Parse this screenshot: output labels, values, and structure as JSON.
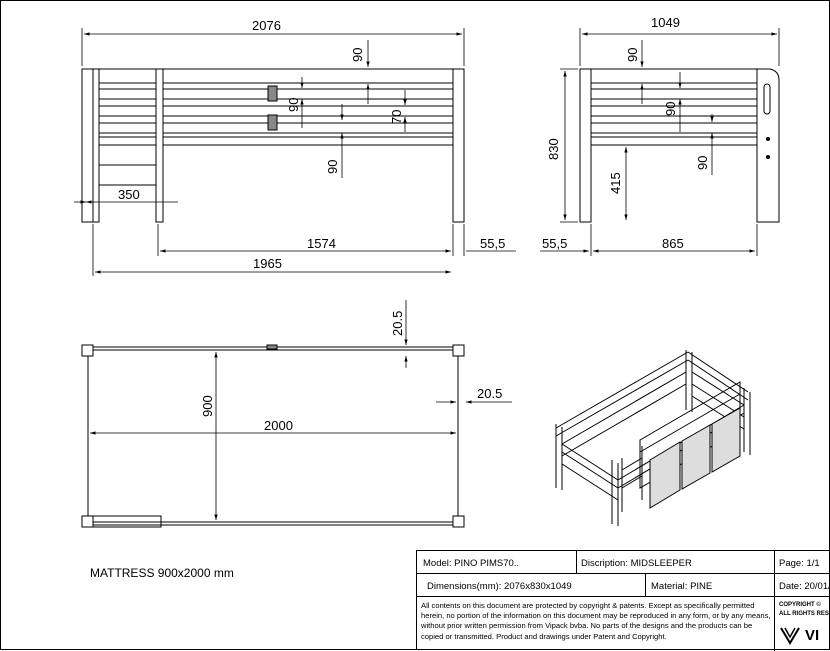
{
  "dimensions": {
    "front_total_length": "2076",
    "front_top_gap": "90",
    "front_rail_gap_a": "90",
    "front_rail_gap_b": "70",
    "front_bottom_gap": "90",
    "ladder_width": "350",
    "inner_length": "1574",
    "leg_offset_right": "55,5",
    "post_span": "1965",
    "side_total_width": "1049",
    "side_top_gap": "90",
    "side_rail_gap": "90",
    "side_bottom_gap": "90",
    "side_height": "830",
    "side_floor_clearance": "415",
    "side_leg_offset": "55,5",
    "side_inner_width": "865",
    "plan_edge_top": "20.5",
    "plan_edge_side": "20.5",
    "plan_width": "900",
    "plan_length": "2000"
  },
  "mattress_note": "MATTRESS 900x2000 mm",
  "title_block": {
    "model": "Model: PINO PIMS70..",
    "description": "Discription: MIDSLEEPER",
    "page": "Page: 1/1",
    "dimensions": "Dimensions(mm): 2076x830x1049",
    "material": "Material: PINE",
    "date": "Date: 20/01/",
    "notice": "All contents on this document are protected by copyright & patents. Except as specifically permitted herein, no portion of the information on this document may be reproduced in any form, or by any means, without prior written permission from Vipack bvba. No parts of the designs and the products can be copied or transmitted. Product and drawings under Patent and Copyright.",
    "copyright_line1": "COPYRIGHT ©",
    "copyright_line2": "ALL RIGHTS RES",
    "logo_text": "VI"
  }
}
